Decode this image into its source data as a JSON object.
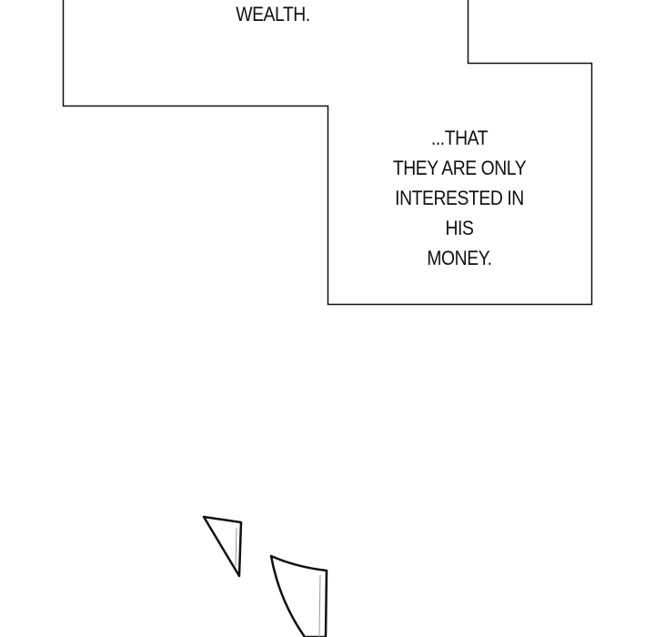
{
  "panel": {
    "bubble_top_text": "WEALTH.",
    "bubble_bottom_lines": [
      "...THAT",
      "THEY ARE ONLY",
      "INTERESTED IN HIS",
      "MONEY."
    ]
  }
}
